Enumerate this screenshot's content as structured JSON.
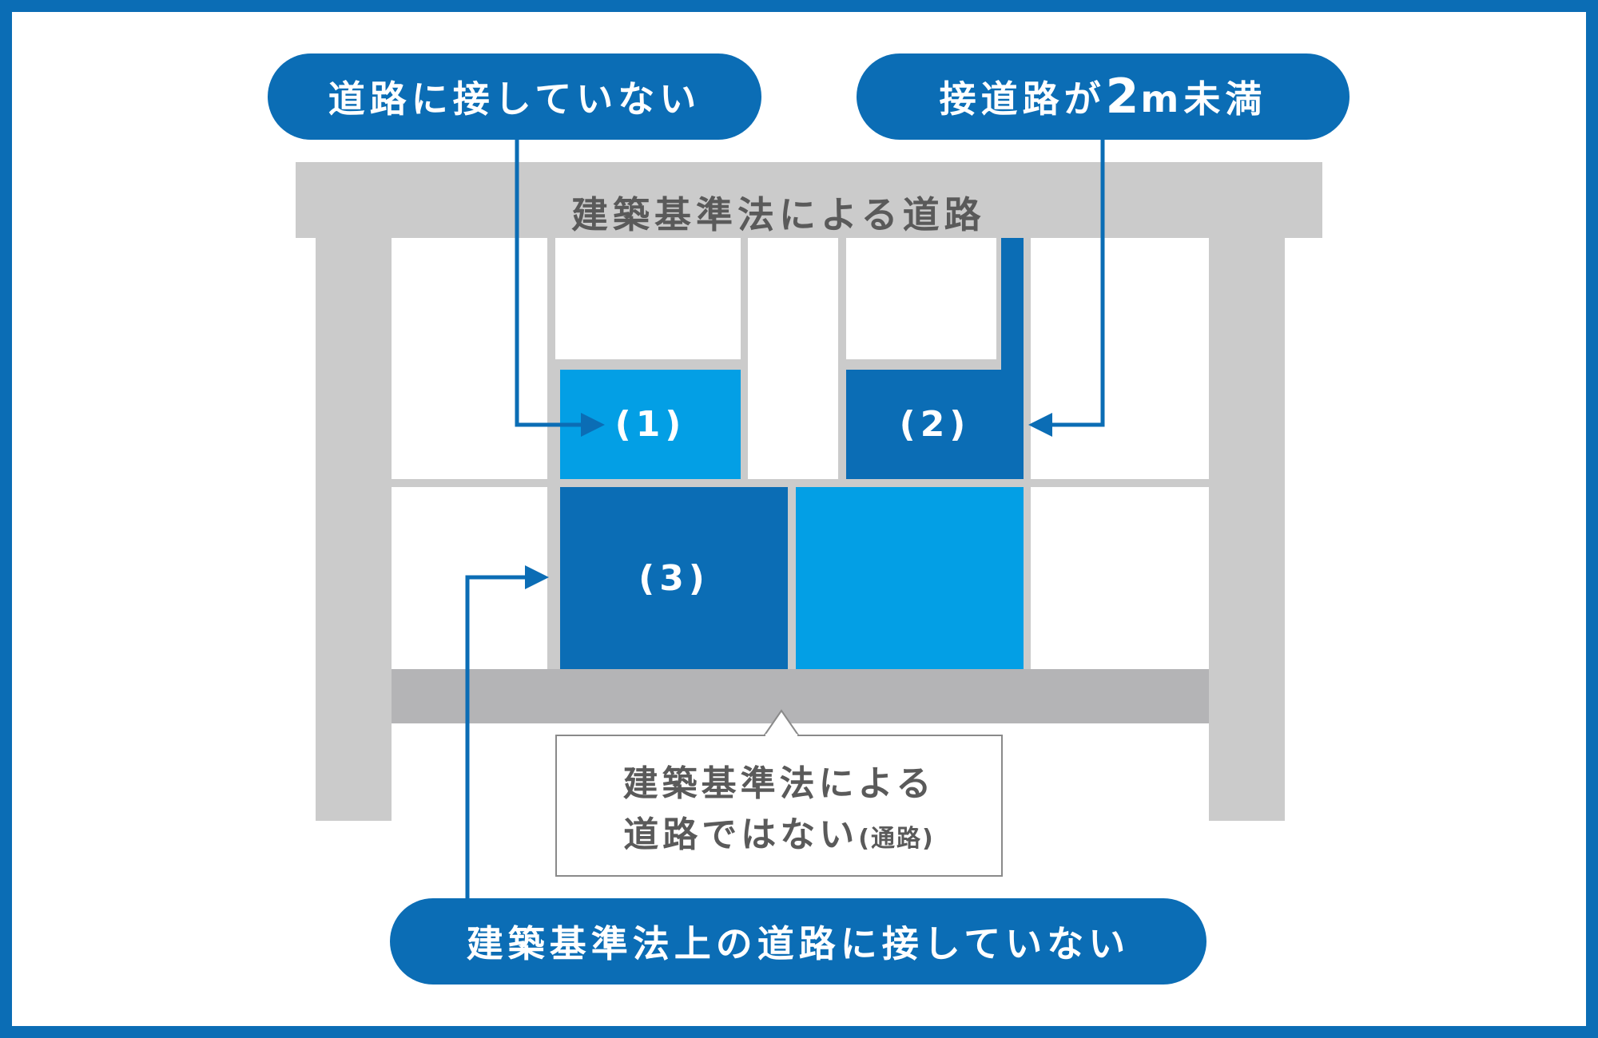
{
  "callouts": {
    "no_road_contact": "道路に接していない",
    "frontage_under_2m": {
      "prefix": "接道路が",
      "number": "2",
      "suffix": "m未満"
    },
    "not_legal_road_contact": "建築基準法上の道路に接していない"
  },
  "roads": {
    "legal_road_label": "建築基準法による道路",
    "passage_note_line1": "建築基準法による",
    "passage_note_line2": "道路ではない",
    "passage_note_paren": "(通路)"
  },
  "plots": {
    "plot1": "(1)",
    "plot2": "(2)",
    "plot3": "(3)"
  },
  "colors": {
    "frame_blue": "#0b6db5",
    "light_blue": "#039fe5",
    "dark_blue": "#0b6db5",
    "road_gray": "#cbcbcb",
    "passage_gray": "#b4b4b6"
  }
}
